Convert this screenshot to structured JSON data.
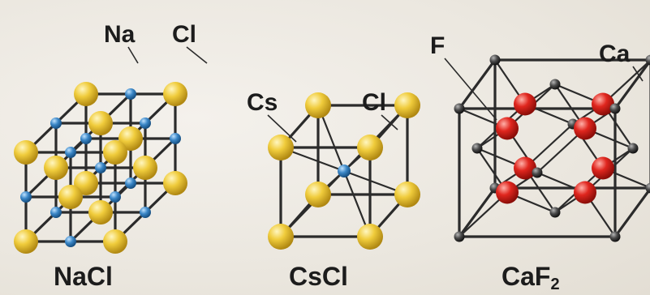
{
  "figure": {
    "nacl": {
      "label_na": "Na",
      "label_cl": "Cl",
      "caption": "NaCl"
    },
    "cscl": {
      "label_cs": "Cs",
      "label_cl": "Cl",
      "caption": "CsCl"
    },
    "caf2": {
      "label_f": "F",
      "label_ca": "Ca",
      "caption_base": "CaF",
      "caption_sub": "2"
    }
  },
  "colors": {
    "gold_atom": "#e8c23a",
    "blue_atom": "#2e78b8",
    "red_atom": "#d6221c",
    "dark_atom": "#3a3a3a",
    "edge": "#2b2b2b"
  },
  "icons": [
    "yellow-sphere",
    "blue-sphere",
    "red-sphere",
    "dark-sphere"
  ]
}
